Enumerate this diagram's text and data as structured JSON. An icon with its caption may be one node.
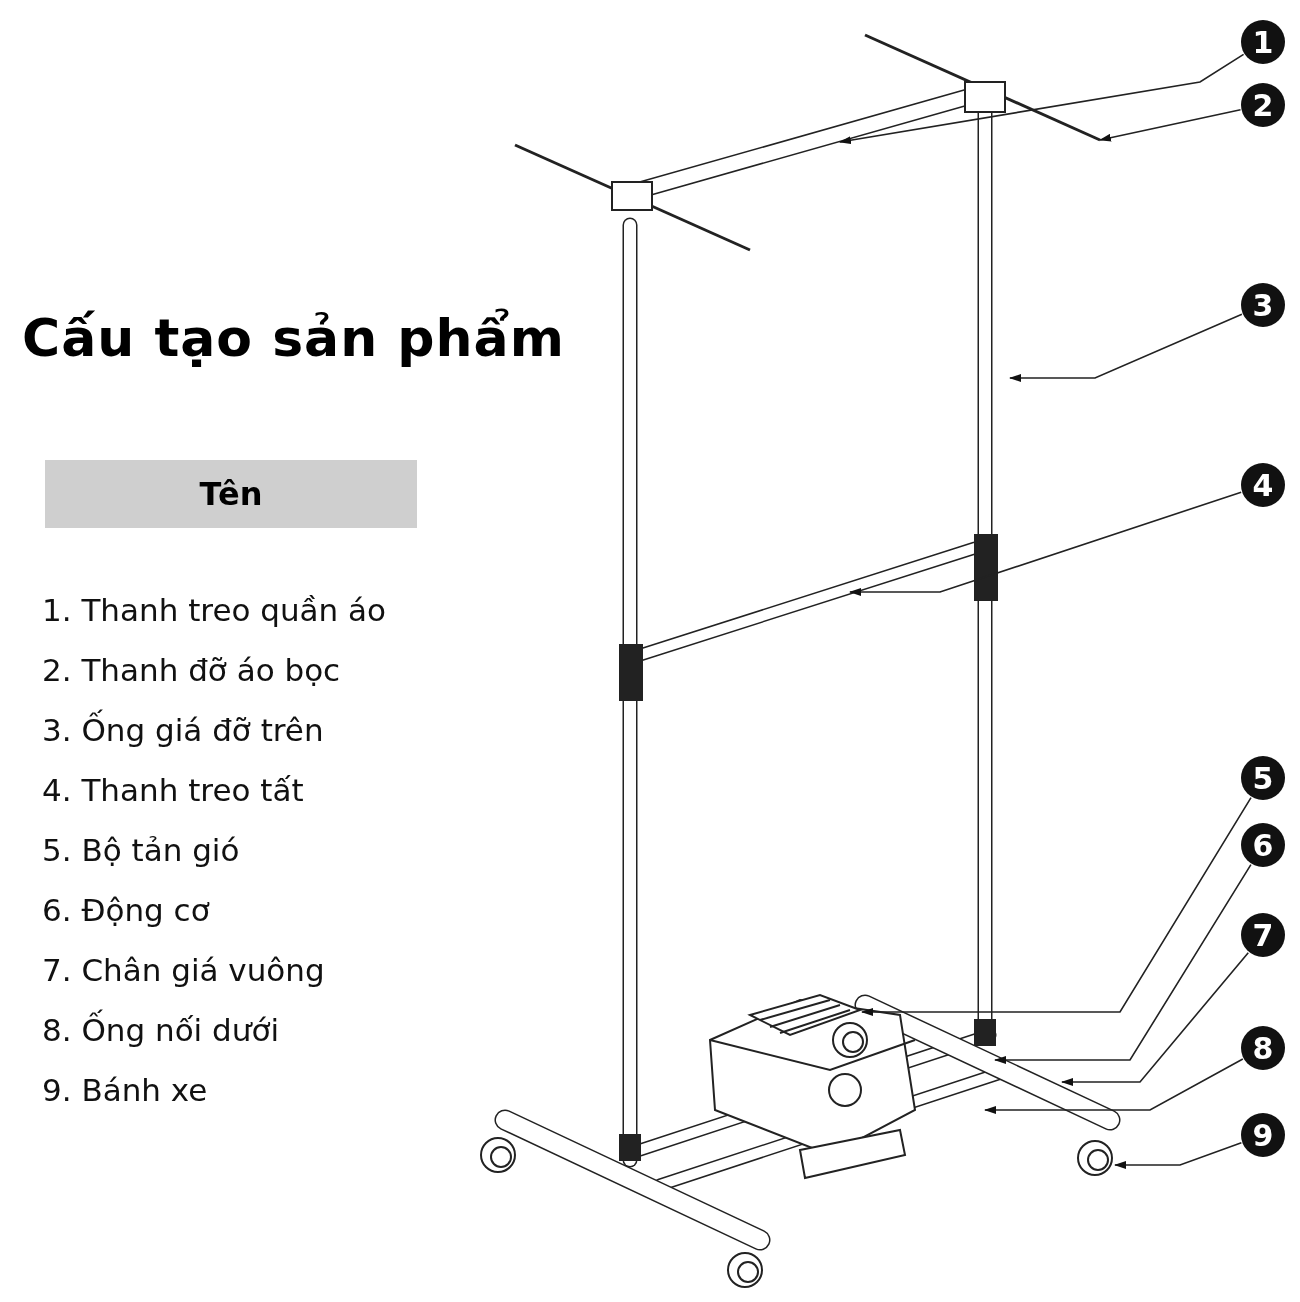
{
  "diagram": {
    "title": "Cấu tạo sản phẩm",
    "nodes": [
      {
        "text": [
          "Tên"
        ]
      },
      {
        "text": [
          "1"
        ]
      },
      {
        "text": [
          "2"
        ]
      },
      {
        "text": [
          "3"
        ]
      },
      {
        "text": [
          "4"
        ]
      },
      {
        "text": [
          "5"
        ]
      },
      {
        "text": [
          "6"
        ]
      },
      {
        "text": [
          "7"
        ]
      },
      {
        "text": [
          "8"
        ]
      },
      {
        "text": [
          "9"
        ]
      }
    ],
    "edges": [
      {
        "from": 1,
        "to": null,
        "arrow": "to"
      },
      {
        "from": 2,
        "to": null,
        "arrow": "to"
      },
      {
        "from": 3,
        "to": null,
        "arrow": "to"
      },
      {
        "from": 4,
        "to": null,
        "arrow": "to"
      },
      {
        "from": 5,
        "to": null,
        "arrow": "to"
      },
      {
        "from": 6,
        "to": null,
        "arrow": "to"
      },
      {
        "from": 7,
        "to": null,
        "arrow": "to"
      },
      {
        "from": 8,
        "to": null,
        "arrow": "to"
      },
      {
        "from": 9,
        "to": null,
        "arrow": "to"
      }
    ],
    "labels": [
      "1. Thanh treo quần áo",
      "2. Thanh đỡ áo bọc",
      "3. Ống giá đỡ trên",
      "4. Thanh treo tất",
      "5. Bộ tản gió",
      "6. Động cơ",
      "7. Chân giá vuông",
      "8. Ống nối dưới",
      "9. Bánh xe"
    ]
  }
}
